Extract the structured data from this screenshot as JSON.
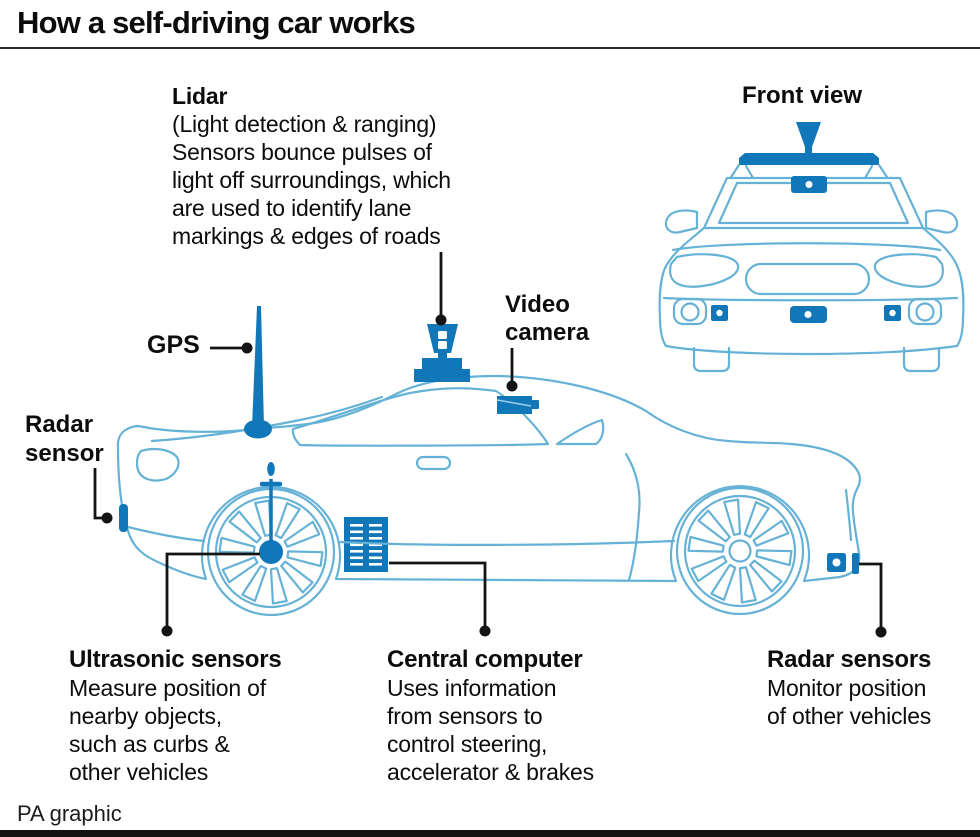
{
  "title": "How a self-driving car works",
  "credit": "PA graphic",
  "colors": {
    "device_blue": "#1277b9",
    "outline_blue": "#66b2d6",
    "leader_black": "#141414",
    "text_black": "#0c0c0c"
  },
  "labels": {
    "lidar": {
      "title": "Lidar",
      "lines": [
        "(Light detection & ranging)",
        "Sensors bounce pulses of",
        "light off surroundings, which",
        "are used to identify lane",
        "markings & edges of roads"
      ]
    },
    "front_view": "Front view",
    "gps": "GPS",
    "video_camera": {
      "lines": [
        "Video",
        "camera"
      ]
    },
    "radar_sensor_front": {
      "lines": [
        "Radar",
        "sensor"
      ]
    },
    "ultrasonic_sensors": {
      "title": "Ultrasonic sensors",
      "lines": [
        "Measure position of",
        "nearby objects,",
        "such as curbs &",
        "other vehicles"
      ]
    },
    "central_computer": {
      "title": "Central computer",
      "lines": [
        "Uses information",
        "from sensors to",
        "control steering,",
        "accelerator & brakes"
      ]
    },
    "radar_sensors_rear": {
      "title": "Radar sensors",
      "lines": [
        "Monitor position",
        "of other vehicles"
      ]
    }
  }
}
